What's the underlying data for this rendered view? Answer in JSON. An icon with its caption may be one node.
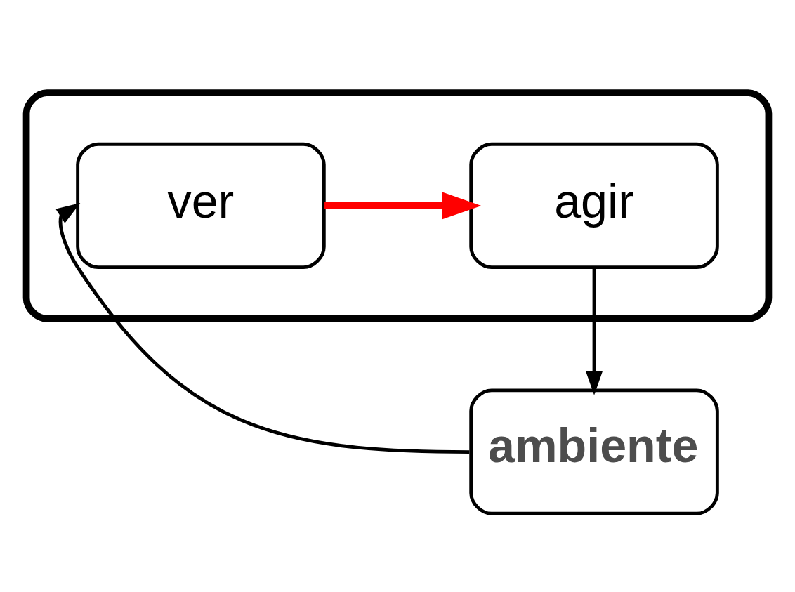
{
  "diagram": {
    "nodes": [
      {
        "text": [],
        "shape": "box"
      },
      {
        "text": [
          "ver"
        ],
        "in": 0
      },
      {
        "text": [
          "agir"
        ],
        "in": 0
      },
      {
        "text": [
          "ambiente"
        ]
      }
    ],
    "edges": [
      {
        "from": 1,
        "to": 2,
        "arrow": "to",
        "style": "thick",
        "color": "#ff0000"
      },
      {
        "from": 2,
        "to": 3,
        "arrow": "to"
      },
      {
        "from": 3,
        "to": 1,
        "arrow": "to"
      }
    ]
  }
}
